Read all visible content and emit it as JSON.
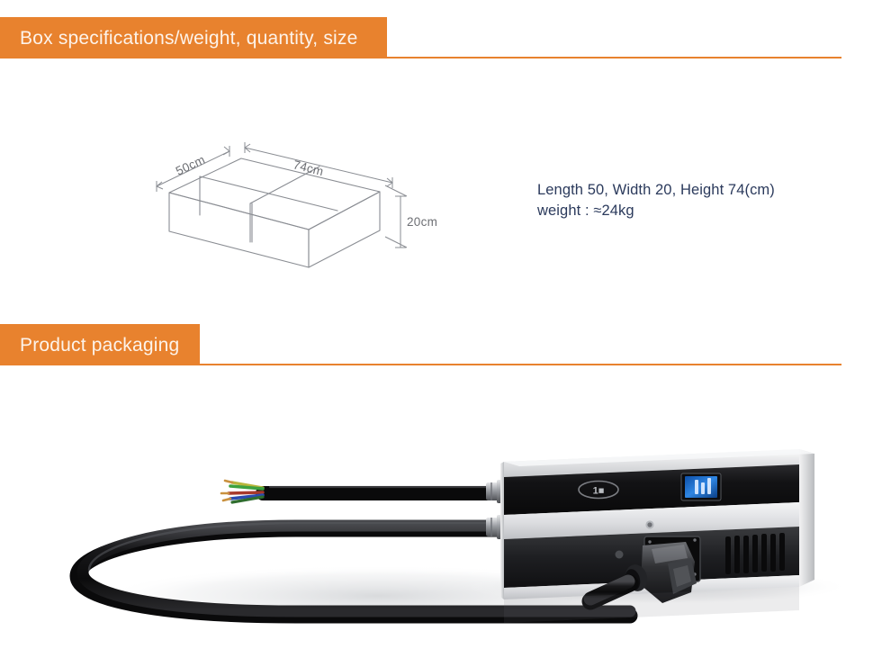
{
  "page": {
    "background_color": "#ffffff",
    "accent_color": "#e8822e",
    "text_color": "#2b3a5c",
    "diagram_line_color": "#8a8d93"
  },
  "sections": [
    {
      "id": "box-specifications",
      "header_label": "Box specifications/weight, quantity, size"
    },
    {
      "id": "product-packaging",
      "header_label": "Product packaging"
    }
  ],
  "box_diagram": {
    "name": "carton-box-isometric",
    "dimension_labels": {
      "width_label": "50cm",
      "length_label": "74cm",
      "height_label": "20cm"
    }
  },
  "specification": {
    "line1": "Length 50, Width 20, Height 74(cm)",
    "line2": "weight : ≈24kg"
  },
  "product_photo": {
    "name": "ev-charger-with-cable",
    "device": {
      "body_color": "#d9dadc",
      "panel_color": "#1a1a1c",
      "display_color": "#1f6fd0"
    },
    "cable": {
      "jacket_color": "#141416",
      "wire_colors": [
        "#3fa63f",
        "#b8b337",
        "#b53d2e",
        "#2d4fb5"
      ]
    }
  }
}
